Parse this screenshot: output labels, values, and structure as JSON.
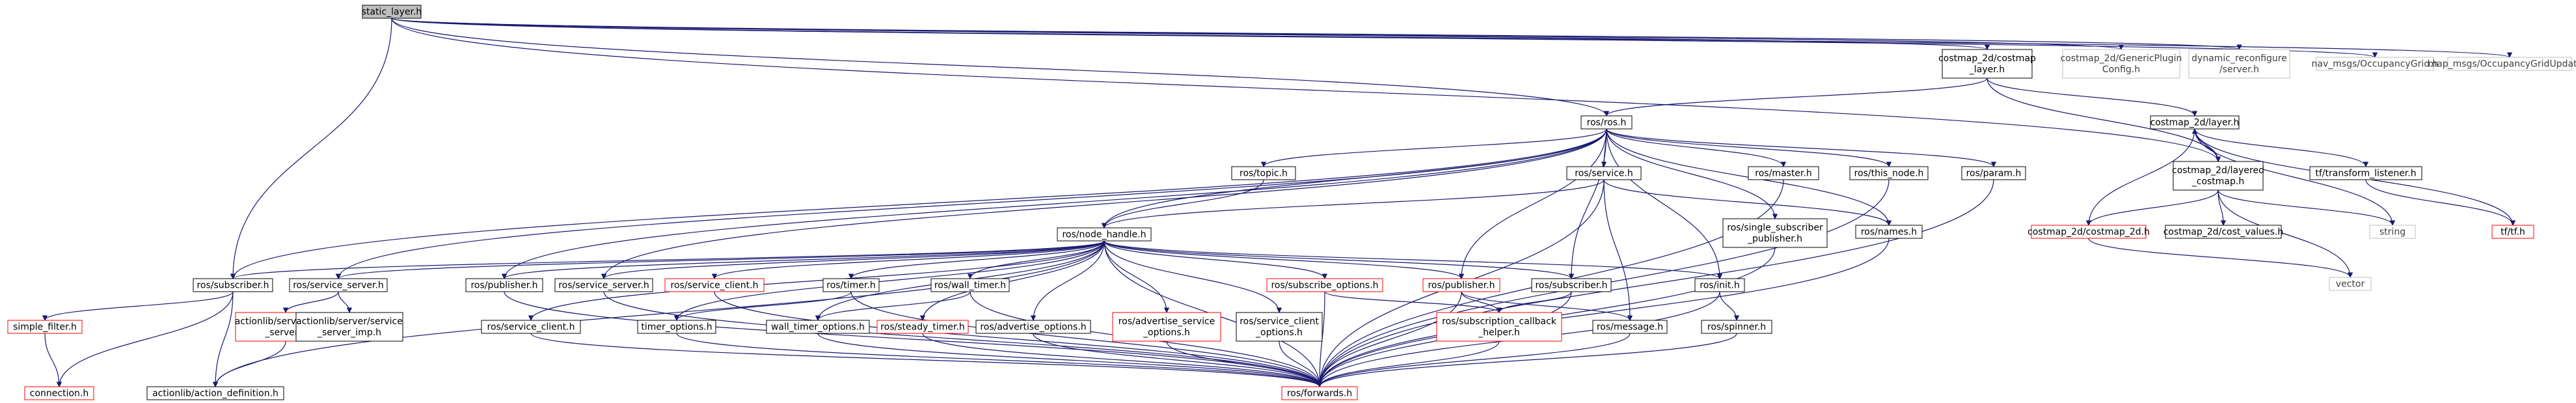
{
  "colors": {
    "root_fill": "#bfbfbf",
    "node_border": "#000000",
    "missing_border": "#bfbfbf",
    "incomplete_border": "#ff0000",
    "edge": "#191970",
    "text": "#000000",
    "missing_text": "#404040"
  },
  "nodes": [
    {
      "id": "static_layer",
      "lines": [
        "static_layer.h"
      ],
      "style": "root"
    },
    {
      "id": "costmap_layer",
      "lines": [
        "costmap_2d/costmap",
        "_layer.h"
      ],
      "style": "normal"
    },
    {
      "id": "generic_plugin",
      "lines": [
        "costmap_2d/GenericPlugin",
        "Config.h"
      ],
      "style": "missing"
    },
    {
      "id": "dyn_reconf",
      "lines": [
        "dynamic_reconfigure",
        "/server.h"
      ],
      "style": "missing"
    },
    {
      "id": "nav_occ",
      "lines": [
        "nav_msgs/OccupancyGrid.h"
      ],
      "style": "missing"
    },
    {
      "id": "map_occ",
      "lines": [
        "map_msgs/OccupancyGridUpdate.h"
      ],
      "style": "missing"
    },
    {
      "id": "ros",
      "lines": [
        "ros/ros.h"
      ],
      "style": "normal"
    },
    {
      "id": "layer",
      "lines": [
        "costmap_2d/layer.h"
      ],
      "style": "normal"
    },
    {
      "id": "topic",
      "lines": [
        "ros/topic.h"
      ],
      "style": "normal"
    },
    {
      "id": "service",
      "lines": [
        "ros/service.h"
      ],
      "style": "normal"
    },
    {
      "id": "master",
      "lines": [
        "ros/master.h"
      ],
      "style": "normal"
    },
    {
      "id": "this_node",
      "lines": [
        "ros/this_node.h"
      ],
      "style": "normal"
    },
    {
      "id": "param",
      "lines": [
        "ros/param.h"
      ],
      "style": "normal"
    },
    {
      "id": "layered",
      "lines": [
        "costmap_2d/layered",
        "_costmap.h"
      ],
      "style": "normal"
    },
    {
      "id": "tf_listener",
      "lines": [
        "tf/transform_listener.h"
      ],
      "style": "normal"
    },
    {
      "id": "node_handle",
      "lines": [
        "ros/node_handle.h"
      ],
      "style": "normal"
    },
    {
      "id": "single_sub_pub",
      "lines": [
        "ros/single_subscriber",
        "_publisher.h"
      ],
      "style": "normal"
    },
    {
      "id": "names",
      "lines": [
        "ros/names.h"
      ],
      "style": "normal"
    },
    {
      "id": "costmap_2d",
      "lines": [
        "costmap_2d/costmap_2d.h"
      ],
      "style": "incomplete"
    },
    {
      "id": "cost_values",
      "lines": [
        "costmap_2d/cost_values.h"
      ],
      "style": "normal"
    },
    {
      "id": "string",
      "lines": [
        "string"
      ],
      "style": "missing"
    },
    {
      "id": "tf_h",
      "lines": [
        "tf/tf.h"
      ],
      "style": "incomplete"
    },
    {
      "id": "vector",
      "lines": [
        "vector"
      ],
      "style": "missing"
    },
    {
      "id": "subscriber_msg",
      "lines": [
        "ros/subscriber.h"
      ],
      "style": "normal"
    },
    {
      "id": "service_server",
      "lines": [
        "ros/service_server.h"
      ],
      "style": "normal"
    },
    {
      "id": "publisher_a",
      "lines": [
        "ros/publisher.h"
      ],
      "style": "normal"
    },
    {
      "id": "service_server2",
      "lines": [
        "ros/service_server.h"
      ],
      "style": "normal"
    },
    {
      "id": "service_client",
      "lines": [
        "ros/service_client.h"
      ],
      "style": "incomplete"
    },
    {
      "id": "timer",
      "lines": [
        "ros/timer.h"
      ],
      "style": "normal"
    },
    {
      "id": "wall_timer",
      "lines": [
        "ros/wall_timer.h"
      ],
      "style": "normal"
    },
    {
      "id": "sub_opts",
      "lines": [
        "ros/subscribe_options.h"
      ],
      "style": "incomplete"
    },
    {
      "id": "publisher_b",
      "lines": [
        "ros/publisher.h"
      ],
      "style": "incomplete"
    },
    {
      "id": "subscriber_b",
      "lines": [
        "ros/subscriber.h"
      ],
      "style": "normal"
    },
    {
      "id": "init",
      "lines": [
        "ros/init.h"
      ],
      "style": "normal"
    },
    {
      "id": "simple_filter",
      "lines": [
        "simple_filter.h"
      ],
      "style": "incomplete"
    },
    {
      "id": "action_server",
      "lines": [
        "actionlib/server/action",
        "_server.h"
      ],
      "style": "incomplete"
    },
    {
      "id": "service_server_imp",
      "lines": [
        "actionlib/server/service",
        "_server_imp.h"
      ],
      "style": "normal"
    },
    {
      "id": "service_client2",
      "lines": [
        "ros/service_client.h"
      ],
      "style": "normal"
    },
    {
      "id": "timer_options",
      "lines": [
        "timer_options.h"
      ],
      "style": "normal"
    },
    {
      "id": "wall_timer_options",
      "lines": [
        "wall_timer_options.h"
      ],
      "style": "normal"
    },
    {
      "id": "steady_timer",
      "lines": [
        "ros/steady_timer.h"
      ],
      "style": "incomplete"
    },
    {
      "id": "adv_opts",
      "lines": [
        "ros/advertise_options.h"
      ],
      "style": "normal"
    },
    {
      "id": "adv_service_opts",
      "lines": [
        "ros/advertise_service",
        "_options.h"
      ],
      "style": "incomplete"
    },
    {
      "id": "service_client_opts",
      "lines": [
        "ros/service_client",
        "_options.h"
      ],
      "style": "normal"
    },
    {
      "id": "sub_callback_helper",
      "lines": [
        "ros/subscription_callback",
        "_helper.h"
      ],
      "style": "incomplete"
    },
    {
      "id": "message",
      "lines": [
        "ros/message.h"
      ],
      "style": "normal"
    },
    {
      "id": "spinner",
      "lines": [
        "ros/spinner.h"
      ],
      "style": "normal"
    },
    {
      "id": "connection",
      "lines": [
        "connection.h"
      ],
      "style": "incomplete"
    },
    {
      "id": "action_definition",
      "lines": [
        "actionlib/action_definition.h"
      ],
      "style": "normal"
    },
    {
      "id": "forwards",
      "lines": [
        "ros/forwards.h"
      ],
      "style": "incomplete"
    }
  ],
  "edges": [
    [
      "static_layer",
      "costmap_layer"
    ],
    [
      "static_layer",
      "generic_plugin"
    ],
    [
      "static_layer",
      "dyn_reconf"
    ],
    [
      "static_layer",
      "nav_occ"
    ],
    [
      "static_layer",
      "map_occ"
    ],
    [
      "static_layer",
      "ros"
    ],
    [
      "static_layer",
      "layered"
    ],
    [
      "static_layer",
      "subscriber_msg"
    ],
    [
      "costmap_layer",
      "ros"
    ],
    [
      "costmap_layer",
      "layer"
    ],
    [
      "costmap_layer",
      "layered"
    ],
    [
      "ros",
      "topic"
    ],
    [
      "ros",
      "service"
    ],
    [
      "ros",
      "master"
    ],
    [
      "ros",
      "this_node"
    ],
    [
      "ros",
      "param"
    ],
    [
      "ros",
      "node_handle"
    ],
    [
      "ros",
      "single_sub_pub"
    ],
    [
      "ros",
      "names"
    ],
    [
      "ros",
      "subscriber_msg"
    ],
    [
      "ros",
      "service_server"
    ],
    [
      "ros",
      "publisher_a"
    ],
    [
      "ros",
      "service_server2"
    ],
    [
      "ros",
      "publisher_b"
    ],
    [
      "ros",
      "subscriber_b"
    ],
    [
      "ros",
      "init"
    ],
    [
      "layer",
      "layered"
    ],
    [
      "layer",
      "costmap_2d"
    ],
    [
      "layer",
      "string"
    ],
    [
      "layer",
      "tf_listener"
    ],
    [
      "layer",
      "tf_h"
    ],
    [
      "layered",
      "layer"
    ],
    [
      "layered",
      "costmap_2d"
    ],
    [
      "layered",
      "cost_values"
    ],
    [
      "layered",
      "string"
    ],
    [
      "layered",
      "vector"
    ],
    [
      "tf_listener",
      "tf_h"
    ],
    [
      "costmap_2d",
      "vector"
    ],
    [
      "topic",
      "node_handle"
    ],
    [
      "service",
      "node_handle"
    ],
    [
      "service",
      "names"
    ],
    [
      "service",
      "message"
    ],
    [
      "service",
      "forwards"
    ],
    [
      "master",
      "forwards"
    ],
    [
      "this_node",
      "forwards"
    ],
    [
      "param",
      "forwards"
    ],
    [
      "single_sub_pub",
      "forwards"
    ],
    [
      "names",
      "forwards"
    ],
    [
      "node_handle",
      "subscriber_msg"
    ],
    [
      "node_handle",
      "service_server"
    ],
    [
      "node_handle",
      "publisher_a"
    ],
    [
      "node_handle",
      "service_server2"
    ],
    [
      "node_handle",
      "service_client"
    ],
    [
      "node_handle",
      "timer"
    ],
    [
      "node_handle",
      "wall_timer"
    ],
    [
      "node_handle",
      "sub_opts"
    ],
    [
      "node_handle",
      "publisher_b"
    ],
    [
      "node_handle",
      "subscriber_b"
    ],
    [
      "node_handle",
      "init"
    ],
    [
      "node_handle",
      "service_client2"
    ],
    [
      "node_handle",
      "timer_options"
    ],
    [
      "node_handle",
      "wall_timer_options"
    ],
    [
      "node_handle",
      "steady_timer"
    ],
    [
      "node_handle",
      "adv_opts"
    ],
    [
      "node_handle",
      "adv_service_opts"
    ],
    [
      "node_handle",
      "service_client_opts"
    ],
    [
      "node_handle",
      "forwards"
    ],
    [
      "node_handle",
      "action_definition"
    ],
    [
      "subscriber_msg",
      "simple_filter"
    ],
    [
      "subscriber_msg",
      "connection"
    ],
    [
      "subscriber_msg",
      "action_definition"
    ],
    [
      "service_server",
      "action_server"
    ],
    [
      "service_server",
      "service_server_imp"
    ],
    [
      "action_server",
      "action_definition"
    ],
    [
      "simple_filter",
      "connection"
    ],
    [
      "publisher_a",
      "forwards"
    ],
    [
      "service_server2",
      "forwards"
    ],
    [
      "service_client",
      "forwards"
    ],
    [
      "timer",
      "timer_options"
    ],
    [
      "timer",
      "forwards"
    ],
    [
      "wall_timer",
      "wall_timer_options"
    ],
    [
      "wall_timer",
      "forwards"
    ],
    [
      "sub_opts",
      "sub_callback_helper"
    ],
    [
      "sub_opts",
      "forwards"
    ],
    [
      "publisher_b",
      "sub_callback_helper"
    ],
    [
      "publisher_b",
      "message"
    ],
    [
      "publisher_b",
      "forwards"
    ],
    [
      "subscriber_b",
      "sub_callback_helper"
    ],
    [
      "subscriber_b",
      "forwards"
    ],
    [
      "init",
      "spinner"
    ],
    [
      "init",
      "forwards"
    ],
    [
      "service_client2",
      "forwards"
    ],
    [
      "timer_options",
      "forwards"
    ],
    [
      "wall_timer_options",
      "forwards"
    ],
    [
      "steady_timer",
      "forwards"
    ],
    [
      "adv_opts",
      "forwards"
    ],
    [
      "adv_service_opts",
      "forwards"
    ],
    [
      "service_client_opts",
      "forwards"
    ],
    [
      "sub_callback_helper",
      "forwards"
    ],
    [
      "message",
      "forwards"
    ],
    [
      "spinner",
      "forwards"
    ]
  ]
}
